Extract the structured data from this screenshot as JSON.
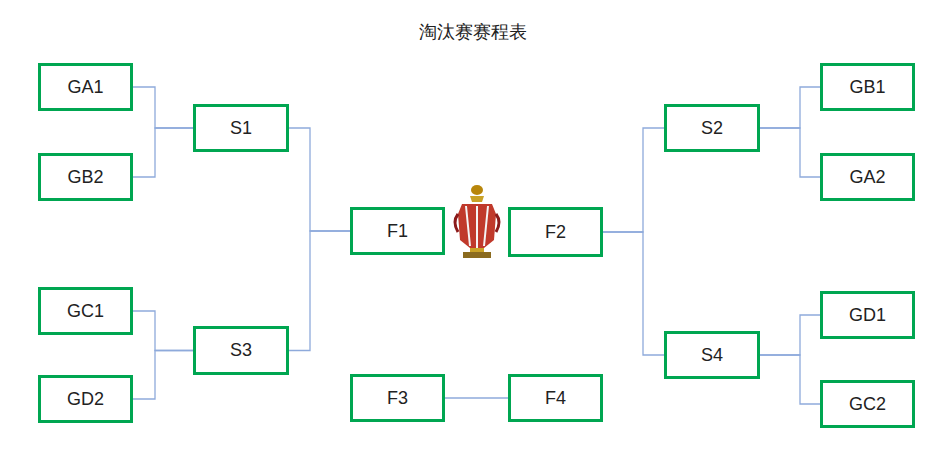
{
  "diagram": {
    "title": "淘汰赛赛程表",
    "nodes": [
      {
        "text": [
          "GA1"
        ]
      },
      {
        "text": [
          "GB2"
        ]
      },
      {
        "text": [
          "GC1"
        ]
      },
      {
        "text": [
          "GD2"
        ]
      },
      {
        "text": [
          "S1"
        ]
      },
      {
        "text": [
          "S3"
        ]
      },
      {
        "text": [
          "F1"
        ]
      },
      {
        "text": [
          "F2"
        ]
      },
      {
        "text": [
          "S2"
        ]
      },
      {
        "text": [
          "S4"
        ]
      },
      {
        "text": [
          "GB1"
        ]
      },
      {
        "text": [
          "GA2"
        ]
      },
      {
        "text": [
          "GD1"
        ]
      },
      {
        "text": [
          "GC2"
        ]
      },
      {
        "text": [
          "F3"
        ]
      },
      {
        "text": [
          "F4"
        ]
      }
    ],
    "edges": [
      {
        "from": 0,
        "to": 4,
        "arrow": "none"
      },
      {
        "from": 1,
        "to": 4,
        "arrow": "none"
      },
      {
        "from": 2,
        "to": 5,
        "arrow": "none"
      },
      {
        "from": 3,
        "to": 5,
        "arrow": "none"
      },
      {
        "from": 4,
        "to": 6,
        "arrow": "none"
      },
      {
        "from": 5,
        "to": 6,
        "arrow": "none"
      },
      {
        "from": 10,
        "to": 8,
        "arrow": "none"
      },
      {
        "from": 11,
        "to": 8,
        "arrow": "none"
      },
      {
        "from": 12,
        "to": 9,
        "arrow": "none"
      },
      {
        "from": 13,
        "to": 9,
        "arrow": "none"
      },
      {
        "from": 8,
        "to": 7,
        "arrow": "none"
      },
      {
        "from": 9,
        "to": 7,
        "arrow": "none"
      },
      {
        "from": 14,
        "to": 15,
        "arrow": "none"
      }
    ]
  }
}
